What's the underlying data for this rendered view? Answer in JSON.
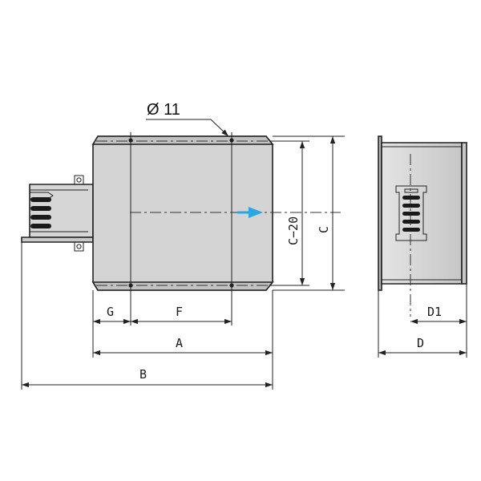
{
  "labels": {
    "hole_diameter": "Ø 11",
    "G": "G",
    "F": "F",
    "A": "A",
    "B": "B",
    "C": "C",
    "C_minus_20": "C−20",
    "D": "D",
    "D1": "D1"
  },
  "colors": {
    "body_fill": "#d2d2d2",
    "body_fill_dark": "#bdbdbd",
    "outline": "#222222",
    "flow_arrow": "#2aa7e0",
    "slot_fill": "#1a1a1a"
  },
  "icons": {
    "flow": "flow-direction-arrow"
  }
}
